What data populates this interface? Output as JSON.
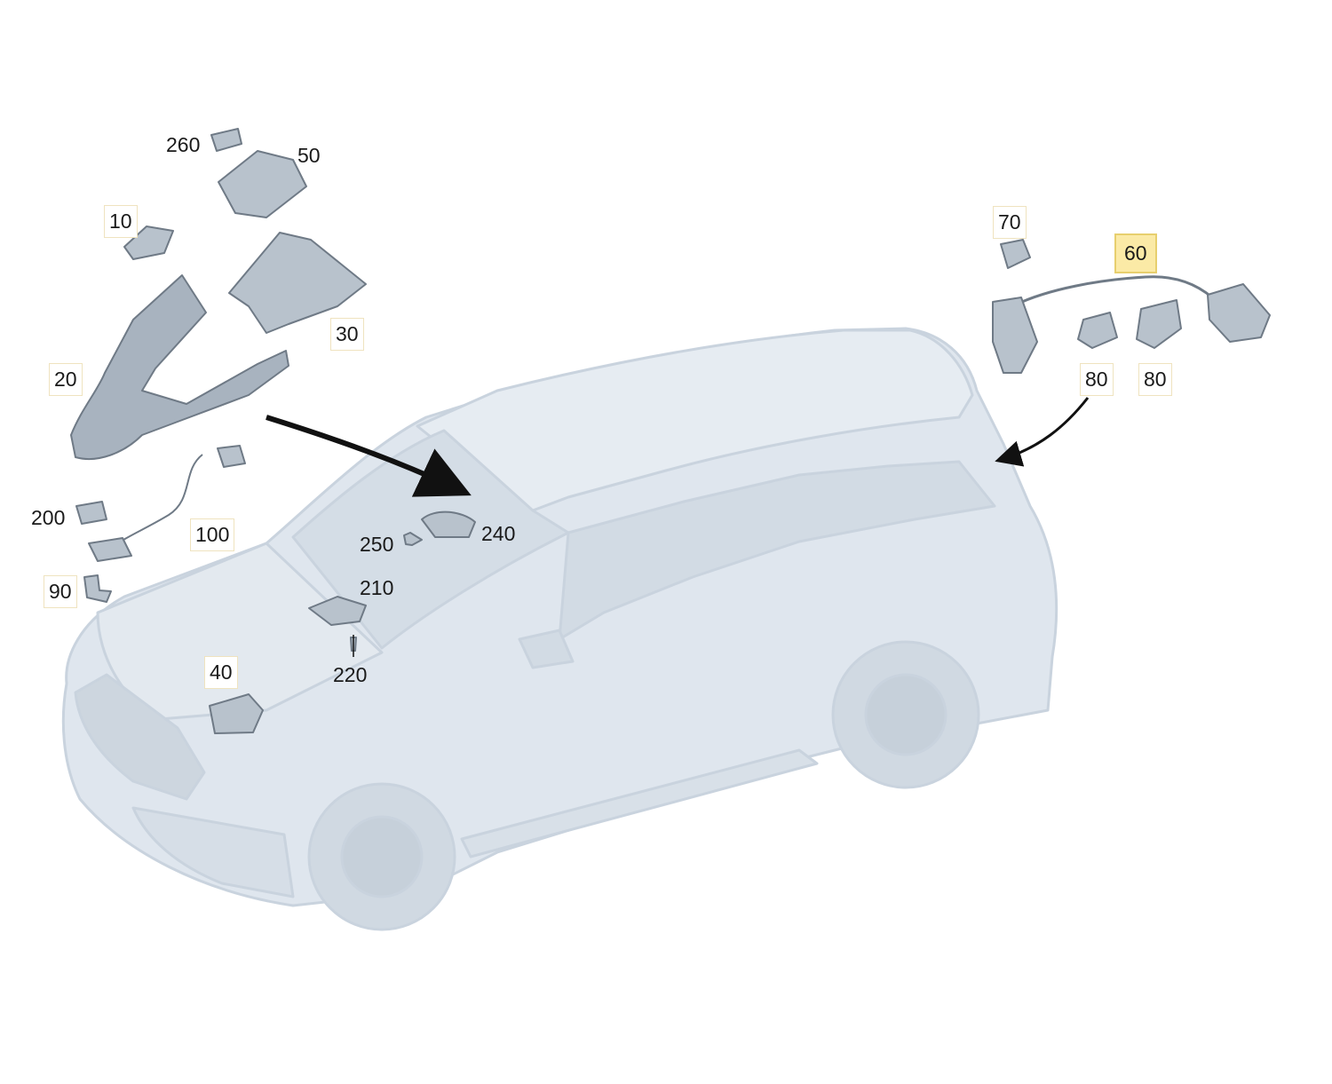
{
  "diagram": {
    "colors": {
      "vehicle_fill": "#dfe6ee",
      "vehicle_stroke": "#c9d3de",
      "part_fill": "#b8c2cc",
      "part_stroke": "#6f7a86",
      "arrow": "#111111",
      "callout_border": "#efe3bf",
      "callout_selected_fill": "#fbeaa6",
      "callout_selected_border": "#e7cf6e"
    },
    "callouts": [
      {
        "id": "260",
        "label": "260",
        "style": "plain"
      },
      {
        "id": "50",
        "label": "50",
        "style": "plain"
      },
      {
        "id": "10",
        "label": "10",
        "style": "boxed"
      },
      {
        "id": "30",
        "label": "30",
        "style": "boxed"
      },
      {
        "id": "20",
        "label": "20",
        "style": "boxed"
      },
      {
        "id": "200",
        "label": "200",
        "style": "plain"
      },
      {
        "id": "100",
        "label": "100",
        "style": "boxed"
      },
      {
        "id": "90",
        "label": "90",
        "style": "boxed"
      },
      {
        "id": "250",
        "label": "250",
        "style": "plain"
      },
      {
        "id": "240",
        "label": "240",
        "style": "plain"
      },
      {
        "id": "210",
        "label": "210",
        "style": "plain"
      },
      {
        "id": "220",
        "label": "220",
        "style": "plain"
      },
      {
        "id": "40",
        "label": "40",
        "style": "boxed"
      },
      {
        "id": "70",
        "label": "70",
        "style": "boxed"
      },
      {
        "id": "60",
        "label": "60",
        "style": "selected"
      },
      {
        "id": "80a",
        "label": "80",
        "style": "boxed"
      },
      {
        "id": "80b",
        "label": "80",
        "style": "boxed"
      }
    ]
  }
}
